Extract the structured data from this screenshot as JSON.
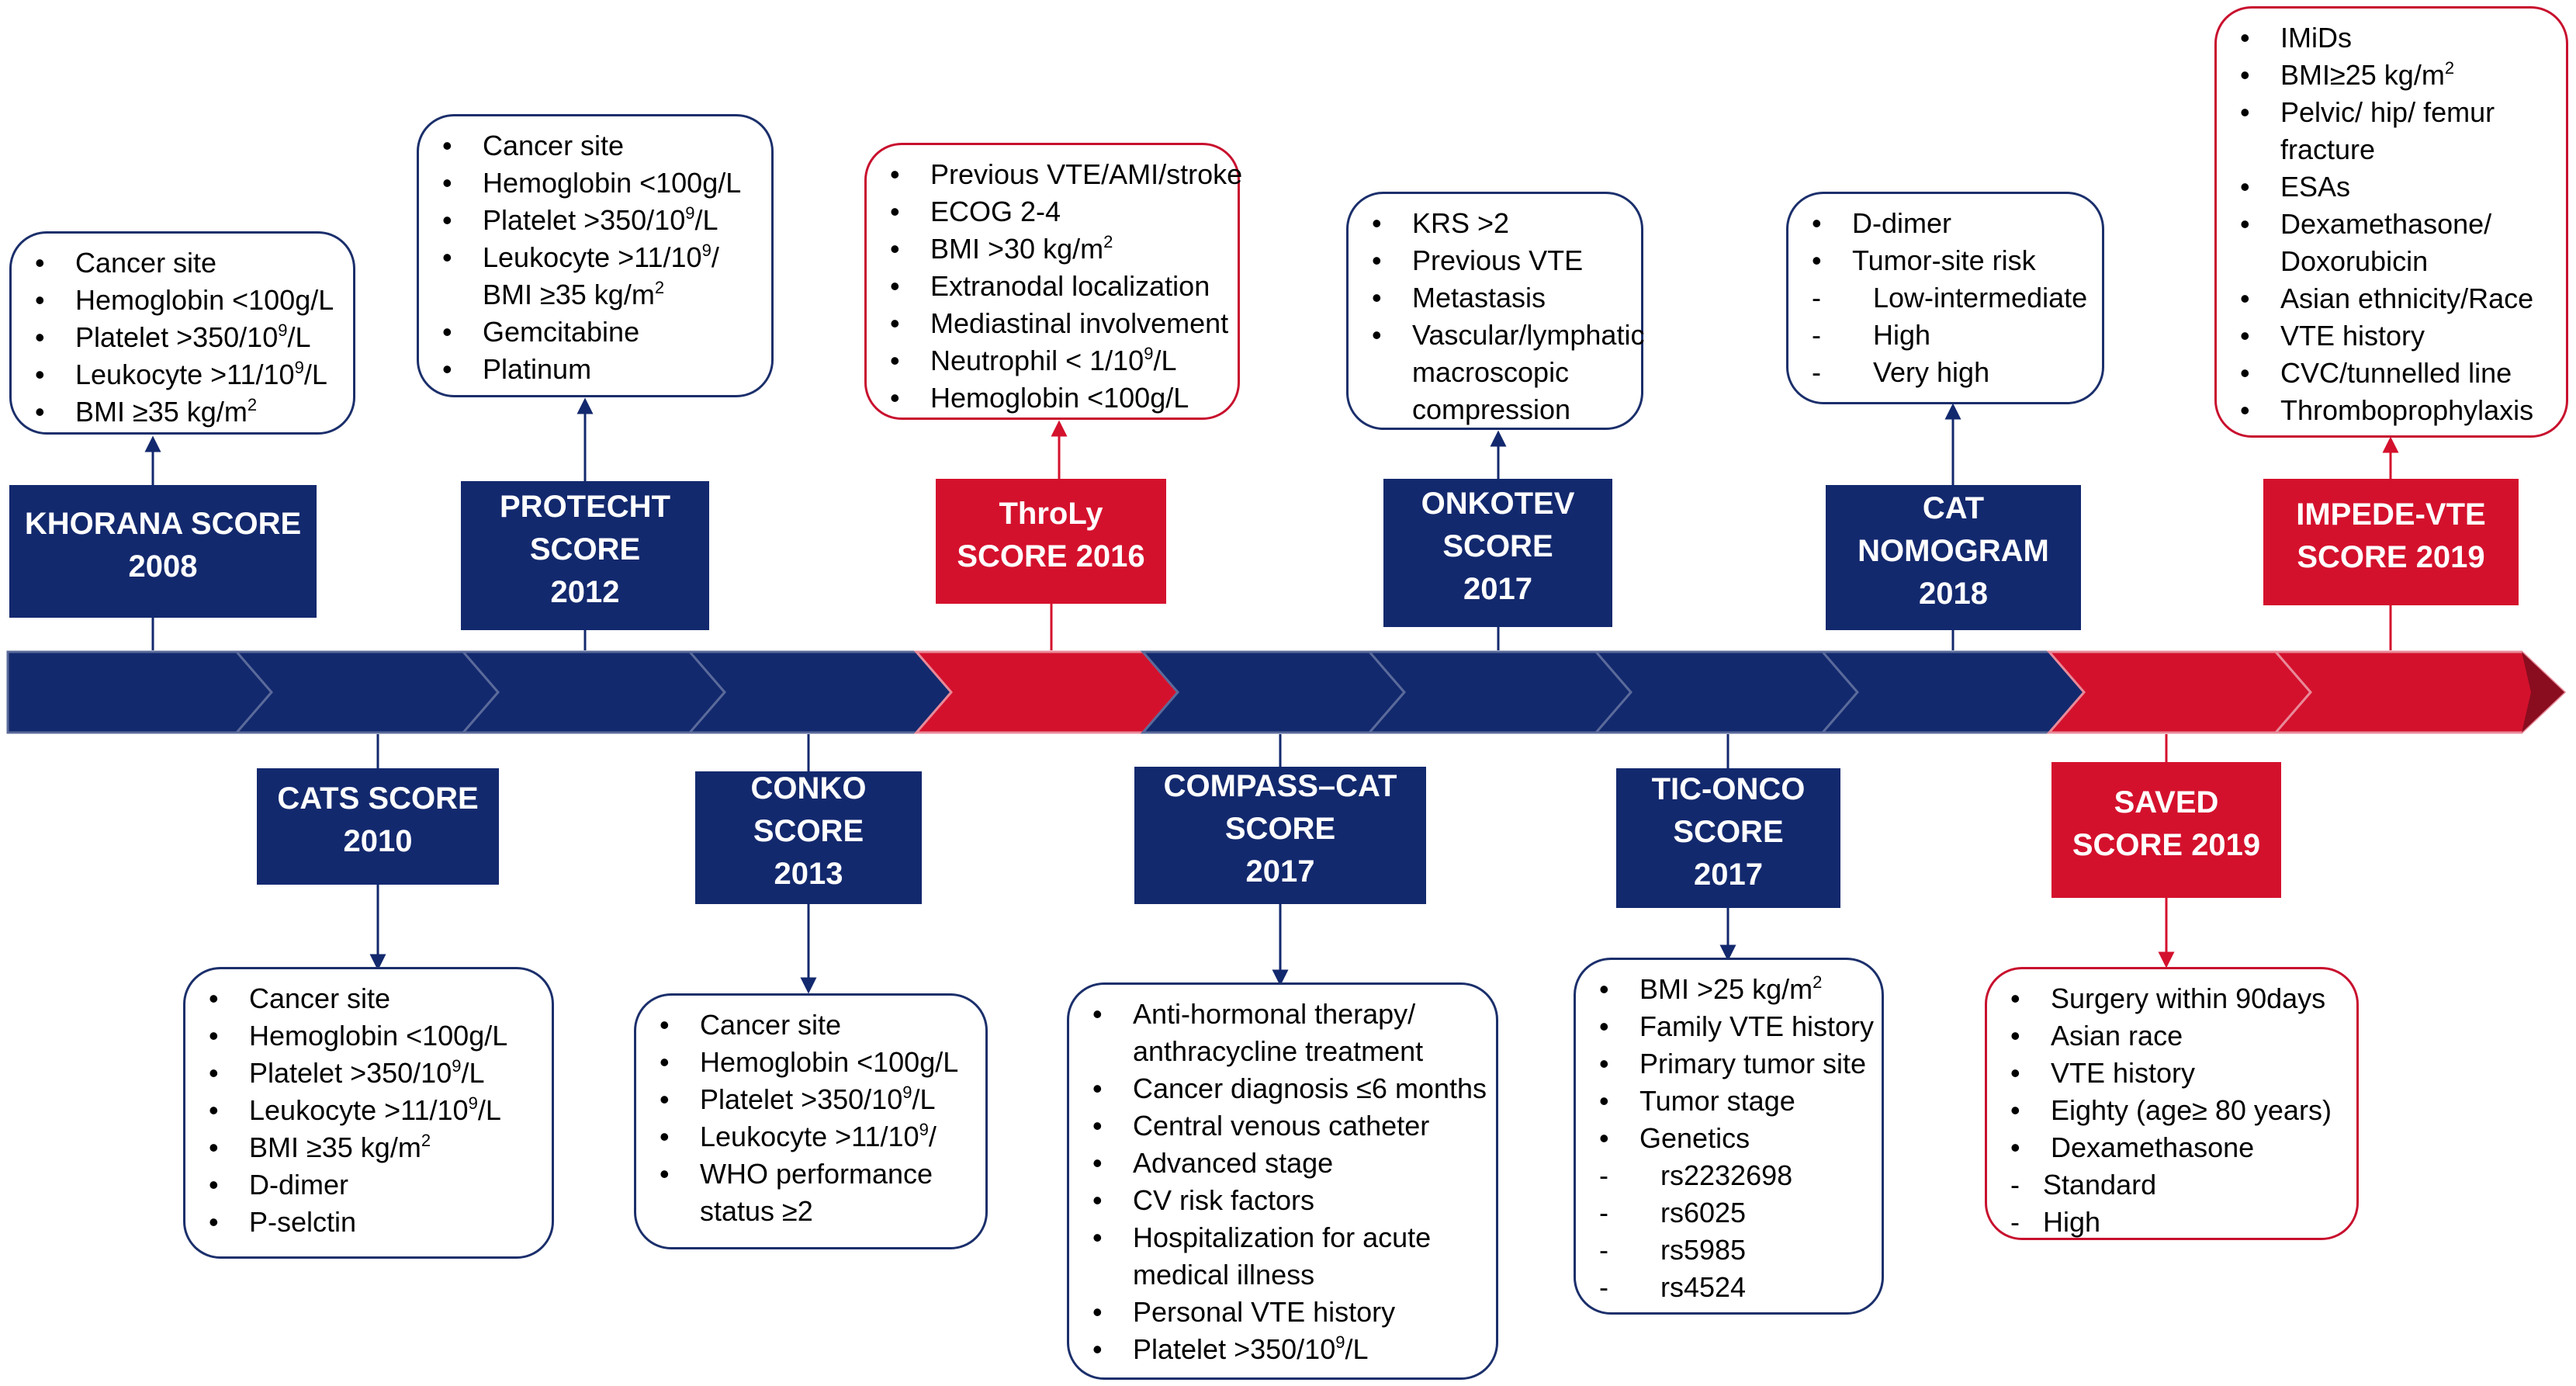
{
  "colors": {
    "navy": "#13296e",
    "red": "#d4112d",
    "navy_border": "#1b2f6b",
    "red_border": "#c8102e"
  },
  "scores": {
    "khorana": {
      "title": [
        "KHORANA SCORE",
        "2008"
      ],
      "items": [
        {
          "text": "Cancer site"
        },
        {
          "text": "Hemoglobin <100g/L"
        },
        {
          "text": "Platelet >350/10",
          "sup": "9",
          "tail": "/L"
        },
        {
          "text": "Leukocyte >11/10",
          "sup": "9",
          "tail": "/L"
        },
        {
          "text": "BMI ≥35 kg/m",
          "sup": "2"
        }
      ]
    },
    "protecht": {
      "title": [
        "PROTECHT",
        "SCORE",
        "2012"
      ],
      "items": [
        {
          "text": "Cancer site"
        },
        {
          "text": "Hemoglobin <100g/L"
        },
        {
          "text": "Platelet >350/10",
          "sup": "9",
          "tail": "/L"
        },
        {
          "text": "Leukocyte >11/10",
          "sup": "9",
          "tail": "/"
        },
        {
          "text": "BMI ≥35 kg/m",
          "sup": "2",
          "cont": true
        },
        {
          "text": "Gemcitabine"
        },
        {
          "text": "Platinum"
        }
      ]
    },
    "throly": {
      "title": [
        "ThroLy",
        "SCORE 2016"
      ],
      "items": [
        {
          "text": "Previous VTE/AMI/stroke"
        },
        {
          "text": "ECOG 2-4"
        },
        {
          "text": "BMI >30 kg/m",
          "sup": "2"
        },
        {
          "text": "Extranodal localization"
        },
        {
          "text": "Mediastinal involvement"
        },
        {
          "text": "Neutrophil < 1/10",
          "sup": "9",
          "tail": "/L"
        },
        {
          "text": "Hemoglobin <100g/L"
        }
      ]
    },
    "onkotev": {
      "title": [
        "ONKOTEV",
        "SCORE",
        "2017"
      ],
      "items": [
        {
          "text": "KRS >2"
        },
        {
          "text": "Previous VTE"
        },
        {
          "text": "Metastasis"
        },
        {
          "text": "Vascular/lymphatic"
        },
        {
          "text": "macroscopic",
          "cont": true
        },
        {
          "text": "compression",
          "cont": true
        }
      ]
    },
    "cat_nomogram": {
      "title": [
        "CAT",
        "NOMOGRAM",
        "2018"
      ],
      "items": [
        {
          "text": "D-dimer"
        },
        {
          "text": "Tumor-site risk"
        },
        {
          "text": "Low-intermediate",
          "dash": true
        },
        {
          "text": "High",
          "dash": true
        },
        {
          "text": "Very high",
          "dash": true
        }
      ]
    },
    "impede": {
      "title": [
        "IMPEDE-VTE",
        "SCORE 2019"
      ],
      "items": [
        {
          "text": "IMiDs"
        },
        {
          "text": "BMI≥25 kg/m",
          "sup": "2"
        },
        {
          "text": "Pelvic/ hip/ femur"
        },
        {
          "text": "fracture",
          "cont": true
        },
        {
          "text": "ESAs"
        },
        {
          "text": "Dexamethasone/"
        },
        {
          "text": "Doxorubicin",
          "cont": true
        },
        {
          "text": "Asian ethnicity/Race"
        },
        {
          "text": "VTE history"
        },
        {
          "text": "CVC/tunnelled line"
        },
        {
          "text": "Thromboprophylaxis"
        }
      ]
    },
    "cats": {
      "title": [
        "CATS SCORE",
        "2010"
      ],
      "items": [
        {
          "text": "Cancer site"
        },
        {
          "text": "Hemoglobin <100g/L"
        },
        {
          "text": "Platelet >350/10",
          "sup": "9",
          "tail": "/L"
        },
        {
          "text": "Leukocyte >11/10",
          "sup": "9",
          "tail": "/L"
        },
        {
          "text": "BMI ≥35 kg/m",
          "sup": "2"
        },
        {
          "text": "D-dimer"
        },
        {
          "text": "P-selctin"
        }
      ]
    },
    "conko": {
      "title": [
        "CONKO",
        "SCORE",
        "2013"
      ],
      "items": [
        {
          "text": "Cancer site"
        },
        {
          "text": "Hemoglobin <100g/L"
        },
        {
          "text": "Platelet >350/10",
          "sup": "9",
          "tail": "/L"
        },
        {
          "text": "Leukocyte >11/10",
          "sup": "9",
          "tail": "/"
        },
        {
          "text": "WHO performance"
        },
        {
          "text": "status ≥2",
          "cont": true
        }
      ]
    },
    "compass": {
      "title": [
        "COMPASS–CAT",
        "SCORE",
        "2017"
      ],
      "items": [
        {
          "text": "Anti-hormonal therapy/"
        },
        {
          "text": "anthracycline treatment",
          "cont": true
        },
        {
          "text": "Cancer diagnosis ≤6 months"
        },
        {
          "text": "Central venous catheter"
        },
        {
          "text": "Advanced stage"
        },
        {
          "text": "CV risk factors"
        },
        {
          "text": "Hospitalization for acute"
        },
        {
          "text": "medical illness",
          "cont": true
        },
        {
          "text": "Personal VTE history"
        },
        {
          "text": "Platelet >350/10",
          "sup": "9",
          "tail": "/L"
        }
      ]
    },
    "tic_onco": {
      "title": [
        "TIC-ONCO",
        "SCORE",
        "2017"
      ],
      "items": [
        {
          "text": "BMI >25 kg/m",
          "sup": "2"
        },
        {
          "text": "Family VTE history"
        },
        {
          "text": "Primary tumor site"
        },
        {
          "text": "Tumor stage"
        },
        {
          "text": "Genetics"
        },
        {
          "text": "rs2232698",
          "dash": true
        },
        {
          "text": "rs6025",
          "dash": true
        },
        {
          "text": "rs5985",
          "dash": true
        },
        {
          "text": "rs4524",
          "dash": true
        }
      ]
    },
    "saved": {
      "title": [
        "SAVED",
        "SCORE 2019"
      ],
      "items": [
        {
          "text": "Surgery within 90days"
        },
        {
          "text": "Asian race"
        },
        {
          "text": "VTE history"
        },
        {
          "text": "Eighty (age≥ 80 years)"
        },
        {
          "text": "Dexamethasone"
        },
        {
          "text": "Standard",
          "dash2": true
        },
        {
          "text": "High",
          "dash2": true
        }
      ]
    }
  }
}
